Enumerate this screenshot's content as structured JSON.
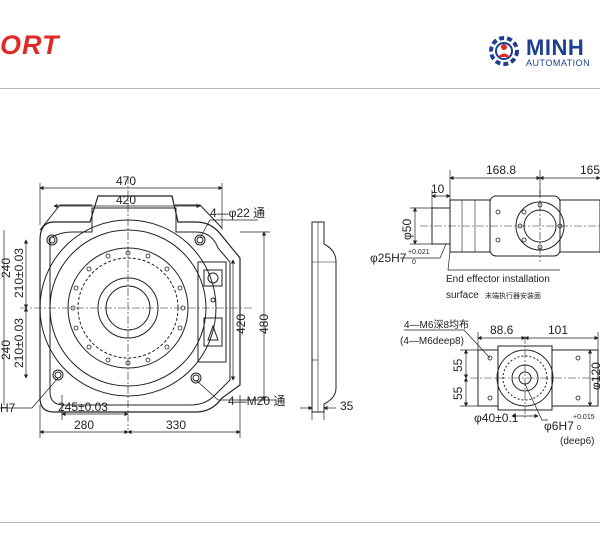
{
  "header": {
    "brand_left": "ORT",
    "logo_name": "MINH",
    "logo_sub": "AUTOMATION"
  },
  "drawing": {
    "front": {
      "dim_470": "470",
      "dim_420_top": "420",
      "holes_22": "4—φ22 通",
      "dim_420_right": "420",
      "dim_480": "480",
      "dim_210_upper": "210±0.03",
      "dim_210_lower": "210±0.03",
      "dim_240_upper": "240",
      "dim_240_lower": "240",
      "h7_label": "H7",
      "dim_245": "245±0.03",
      "dim_280": "280",
      "dim_330": "330",
      "m20_label": "4—M20 通"
    },
    "side": {
      "dim_35": "35"
    },
    "arm_side": {
      "dim_168_8": "168.8",
      "dim_165": "165",
      "dim_10": "10",
      "dim_50": "φ50",
      "dim_25h7": "φ25H7",
      "tol_25_plus": "+0.021",
      "tol_25_zero": "0",
      "ee_label_en": "End effector installation",
      "ee_label_surface": "surface",
      "ee_label_cn": "末端执行器安装面"
    },
    "arm_front": {
      "m6_label": "4—M6深8均布",
      "m6_alt": "(4—M6deep8)",
      "dim_88_6": "88.6",
      "dim_101": "101",
      "dim_55_upper": "55",
      "dim_55_lower": "55",
      "dim_120": "φ120",
      "dim_40": "φ40±0.1",
      "dim_6h7": "φ6H7",
      "tol_6_plus": "+0.015",
      "tol_6_zero": "0",
      "deep6": "(deep6)"
    }
  }
}
